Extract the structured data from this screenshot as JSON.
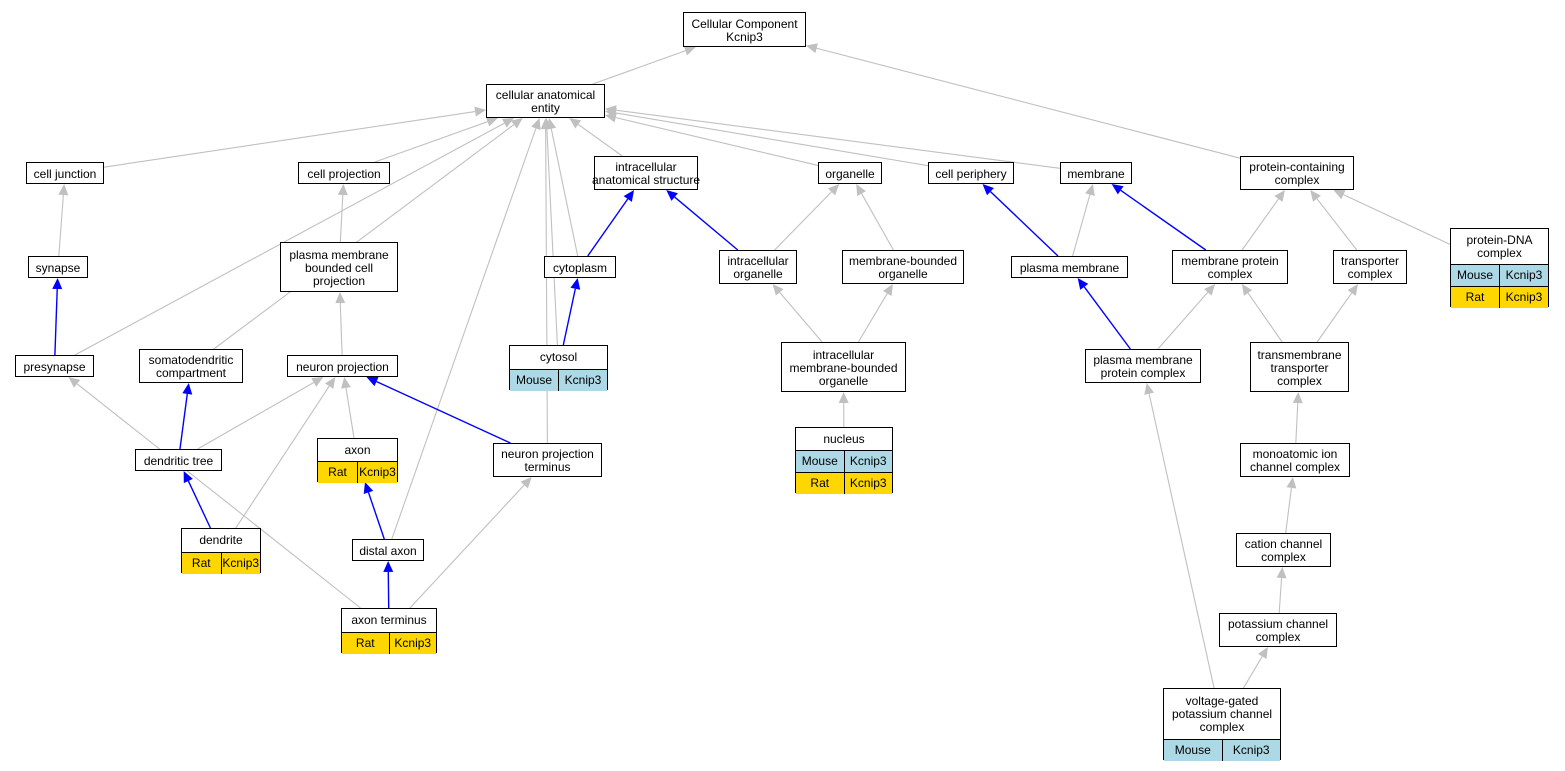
{
  "colors": {
    "is_a_edge": "#c0c0c0",
    "part_of_edge": "#0000ff",
    "mouse": "#add8e6",
    "rat": "#ffd700"
  },
  "nodes": {
    "root": {
      "lines": [
        "Cellular Component",
        "Kcnip3"
      ]
    },
    "cae": {
      "lines": [
        "cellular anatomical",
        "entity"
      ]
    },
    "cell_junction": {
      "lines": [
        "cell junction"
      ]
    },
    "cell_projection": {
      "lines": [
        "cell projection"
      ]
    },
    "ias": {
      "lines": [
        "intracellular",
        "anatomical structure"
      ]
    },
    "organelle": {
      "lines": [
        "organelle"
      ]
    },
    "cell_periphery": {
      "lines": [
        "cell periphery"
      ]
    },
    "membrane": {
      "lines": [
        "membrane"
      ]
    },
    "pcc": {
      "lines": [
        "protein-containing",
        "complex"
      ]
    },
    "pdna": {
      "lines": [
        "protein-DNA",
        "complex"
      ],
      "ann": [
        [
          "Mouse",
          "Kcnip3"
        ],
        [
          "Rat",
          "Kcnip3"
        ]
      ]
    },
    "synapse": {
      "lines": [
        "synapse"
      ]
    },
    "pmbcp": {
      "lines": [
        "plasma membrane",
        "bounded cell",
        "projection"
      ]
    },
    "cytoplasm": {
      "lines": [
        "cytoplasm"
      ]
    },
    "io": {
      "lines": [
        "intracellular",
        "organelle"
      ]
    },
    "mbo": {
      "lines": [
        "membrane-bounded",
        "organelle"
      ]
    },
    "pm": {
      "lines": [
        "plasma membrane"
      ]
    },
    "mpc": {
      "lines": [
        "membrane protein",
        "complex"
      ]
    },
    "tc": {
      "lines": [
        "transporter",
        "complex"
      ]
    },
    "presynapse": {
      "lines": [
        "presynapse"
      ]
    },
    "sdc": {
      "lines": [
        "somatodendritic",
        "compartment"
      ]
    },
    "np": {
      "lines": [
        "neuron projection"
      ]
    },
    "cytosol": {
      "lines": [
        "cytosol"
      ],
      "ann": [
        [
          "Mouse",
          "Kcnip3"
        ]
      ]
    },
    "imbo": {
      "lines": [
        "intracellular",
        "membrane-bounded",
        "organelle"
      ]
    },
    "pmpc": {
      "lines": [
        "plasma membrane",
        "protein complex"
      ]
    },
    "ttc": {
      "lines": [
        "transmembrane",
        "transporter",
        "complex"
      ]
    },
    "axon": {
      "lines": [
        "axon"
      ],
      "ann": [
        [
          "Rat",
          "Kcnip3"
        ]
      ]
    },
    "dtree": {
      "lines": [
        "dendritic tree"
      ]
    },
    "npt": {
      "lines": [
        "neuron projection",
        "terminus"
      ]
    },
    "nucleus": {
      "lines": [
        "nucleus"
      ],
      "ann": [
        [
          "Mouse",
          "Kcnip3"
        ],
        [
          "Rat",
          "Kcnip3"
        ]
      ]
    },
    "mic": {
      "lines": [
        "monoatomic ion",
        "channel complex"
      ]
    },
    "dendrite": {
      "lines": [
        "dendrite"
      ],
      "ann": [
        [
          "Rat",
          "Kcnip3"
        ]
      ]
    },
    "daxon": {
      "lines": [
        "distal axon"
      ]
    },
    "ccc": {
      "lines": [
        "cation channel",
        "complex"
      ]
    },
    "aterm": {
      "lines": [
        "axon terminus"
      ],
      "ann": [
        [
          "Rat",
          "Kcnip3"
        ]
      ]
    },
    "kcc": {
      "lines": [
        "potassium channel",
        "complex"
      ]
    },
    "vgkcc": {
      "lines": [
        "voltage-gated",
        "potassium channel",
        "complex"
      ],
      "ann": [
        [
          "Mouse",
          "Kcnip3"
        ]
      ]
    }
  },
  "edges": [
    [
      "cae",
      "root",
      "is_a"
    ],
    [
      "pcc",
      "root",
      "is_a"
    ],
    [
      "cell_junction",
      "cae",
      "is_a"
    ],
    [
      "cell_projection",
      "cae",
      "is_a"
    ],
    [
      "ias",
      "cae",
      "is_a"
    ],
    [
      "organelle",
      "cae",
      "is_a"
    ],
    [
      "cell_periphery",
      "cae",
      "is_a"
    ],
    [
      "membrane",
      "cae",
      "is_a"
    ],
    [
      "presynapse",
      "cae",
      "is_a"
    ],
    [
      "sdc",
      "cae",
      "is_a"
    ],
    [
      "daxon",
      "cae",
      "is_a"
    ],
    [
      "cytosol",
      "cae",
      "is_a"
    ],
    [
      "cytoplasm",
      "cae",
      "is_a"
    ],
    [
      "npt",
      "cae",
      "is_a"
    ],
    [
      "synapse",
      "cell_junction",
      "is_a"
    ],
    [
      "presynapse",
      "synapse",
      "part_of"
    ],
    [
      "pmbcp",
      "cell_projection",
      "is_a"
    ],
    [
      "np",
      "pmbcp",
      "is_a"
    ],
    [
      "cytoplasm",
      "ias",
      "part_of"
    ],
    [
      "io",
      "ias",
      "part_of"
    ],
    [
      "cytosol",
      "cytoplasm",
      "part_of"
    ],
    [
      "io",
      "organelle",
      "is_a"
    ],
    [
      "mbo",
      "organelle",
      "is_a"
    ],
    [
      "imbo",
      "io",
      "is_a"
    ],
    [
      "imbo",
      "mbo",
      "is_a"
    ],
    [
      "nucleus",
      "imbo",
      "is_a"
    ],
    [
      "pm",
      "cell_periphery",
      "part_of"
    ],
    [
      "pm",
      "membrane",
      "is_a"
    ],
    [
      "mpc",
      "membrane",
      "part_of"
    ],
    [
      "mpc",
      "pcc",
      "is_a"
    ],
    [
      "tc",
      "pcc",
      "is_a"
    ],
    [
      "pdna",
      "pcc",
      "is_a"
    ],
    [
      "pmpc",
      "pm",
      "part_of"
    ],
    [
      "pmpc",
      "mpc",
      "is_a"
    ],
    [
      "ttc",
      "mpc",
      "is_a"
    ],
    [
      "ttc",
      "tc",
      "is_a"
    ],
    [
      "mic",
      "ttc",
      "is_a"
    ],
    [
      "ccc",
      "mic",
      "is_a"
    ],
    [
      "kcc",
      "ccc",
      "is_a"
    ],
    [
      "vgkcc",
      "kcc",
      "is_a"
    ],
    [
      "vgkcc",
      "pmpc",
      "is_a"
    ],
    [
      "dtree",
      "sdc",
      "part_of"
    ],
    [
      "dtree",
      "np",
      "is_a"
    ],
    [
      "axon",
      "np",
      "is_a"
    ],
    [
      "dendrite",
      "np",
      "is_a"
    ],
    [
      "npt",
      "np",
      "part_of"
    ],
    [
      "dendrite",
      "dtree",
      "part_of"
    ],
    [
      "daxon",
      "axon",
      "part_of"
    ],
    [
      "aterm",
      "daxon",
      "part_of"
    ],
    [
      "aterm",
      "npt",
      "is_a"
    ],
    [
      "aterm",
      "presynapse",
      "is_a"
    ]
  ]
}
